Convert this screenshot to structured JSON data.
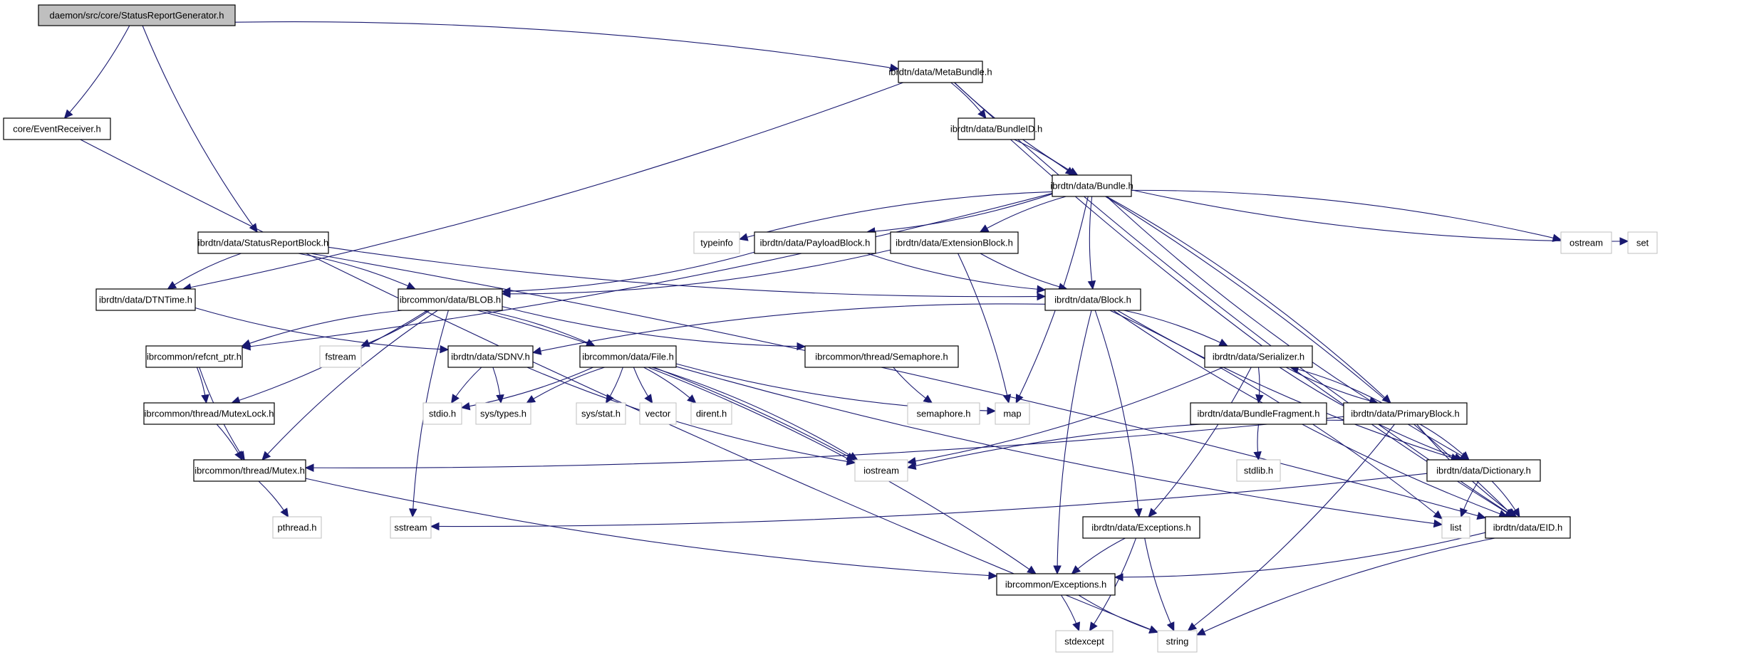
{
  "graph": {
    "title": "daemon/src/core/StatusReportGenerator.h",
    "edge_color": "#191970",
    "root_fill": "#bfbfbf",
    "nodes": [
      {
        "id": "root",
        "label": "daemon/src/core/StatusReportGenerator.h",
        "kind": "root"
      },
      {
        "id": "eventreceiver",
        "label": "core/EventReceiver.h",
        "kind": "file"
      },
      {
        "id": "statusreportblock",
        "label": "ibrdtn/data/StatusReportBlock.h",
        "kind": "file"
      },
      {
        "id": "metabundle",
        "label": "ibrdtn/data/MetaBundle.h",
        "kind": "file"
      },
      {
        "id": "bundleid",
        "label": "ibrdtn/data/BundleID.h",
        "kind": "file"
      },
      {
        "id": "bundle",
        "label": "ibrdtn/data/Bundle.h",
        "kind": "file"
      },
      {
        "id": "dtntime",
        "label": "ibrdtn/data/DTNTime.h",
        "kind": "file"
      },
      {
        "id": "blob",
        "label": "ibrcommon/data/BLOB.h",
        "kind": "file"
      },
      {
        "id": "typeinfo",
        "label": "typeinfo",
        "kind": "system"
      },
      {
        "id": "payloadblock",
        "label": "ibrdtn/data/PayloadBlock.h",
        "kind": "file"
      },
      {
        "id": "extensionblock",
        "label": "ibrdtn/data/ExtensionBlock.h",
        "kind": "file"
      },
      {
        "id": "block",
        "label": "ibrdtn/data/Block.h",
        "kind": "file"
      },
      {
        "id": "ostream",
        "label": "ostream",
        "kind": "system"
      },
      {
        "id": "set",
        "label": "set",
        "kind": "system"
      },
      {
        "id": "refcnt",
        "label": "ibrcommon/refcnt_ptr.h",
        "kind": "file"
      },
      {
        "id": "fstream",
        "label": "fstream",
        "kind": "system"
      },
      {
        "id": "sdnv",
        "label": "ibrdtn/data/SDNV.h",
        "kind": "file"
      },
      {
        "id": "file",
        "label": "ibrcommon/data/File.h",
        "kind": "file"
      },
      {
        "id": "semaphore",
        "label": "ibrcommon/thread/Semaphore.h",
        "kind": "file"
      },
      {
        "id": "serializer",
        "label": "ibrdtn/data/Serializer.h",
        "kind": "file"
      },
      {
        "id": "mutexlock",
        "label": "ibrcommon/thread/MutexLock.h",
        "kind": "file"
      },
      {
        "id": "stdio",
        "label": "stdio.h",
        "kind": "system"
      },
      {
        "id": "systypes",
        "label": "sys/types.h",
        "kind": "system"
      },
      {
        "id": "sysstat",
        "label": "sys/stat.h",
        "kind": "system"
      },
      {
        "id": "vector",
        "label": "vector",
        "kind": "system"
      },
      {
        "id": "dirent",
        "label": "dirent.h",
        "kind": "system"
      },
      {
        "id": "semaphoreh",
        "label": "semaphore.h",
        "kind": "system"
      },
      {
        "id": "map",
        "label": "map",
        "kind": "system"
      },
      {
        "id": "bundlefragment",
        "label": "ibrdtn/data/BundleFragment.h",
        "kind": "file"
      },
      {
        "id": "primaryblock",
        "label": "ibrdtn/data/PrimaryBlock.h",
        "kind": "file"
      },
      {
        "id": "stdlib",
        "label": "stdlib.h",
        "kind": "system"
      },
      {
        "id": "mutex",
        "label": "ibrcommon/thread/Mutex.h",
        "kind": "file"
      },
      {
        "id": "iostream",
        "label": "iostream",
        "kind": "system"
      },
      {
        "id": "dictionary",
        "label": "ibrdtn/data/Dictionary.h",
        "kind": "file"
      },
      {
        "id": "pthread",
        "label": "pthread.h",
        "kind": "system"
      },
      {
        "id": "sstream",
        "label": "sstream",
        "kind": "system"
      },
      {
        "id": "dtnexceptions",
        "label": "ibrdtn/data/Exceptions.h",
        "kind": "file"
      },
      {
        "id": "list",
        "label": "list",
        "kind": "system"
      },
      {
        "id": "eid",
        "label": "ibrdtn/data/EID.h",
        "kind": "file"
      },
      {
        "id": "commonexceptions",
        "label": "ibrcommon/Exceptions.h",
        "kind": "file"
      },
      {
        "id": "stdexcept",
        "label": "stdexcept",
        "kind": "system"
      },
      {
        "id": "string",
        "label": "string",
        "kind": "system"
      }
    ],
    "edges": [
      [
        "root",
        "eventreceiver"
      ],
      [
        "root",
        "statusreportblock"
      ],
      [
        "root",
        "metabundle"
      ],
      [
        "eventreceiver",
        "string"
      ],
      [
        "metabundle",
        "dtntime"
      ],
      [
        "metabundle",
        "bundle"
      ],
      [
        "metabundle",
        "bundleid"
      ],
      [
        "metabundle",
        "eid"
      ],
      [
        "bundleid",
        "bundle"
      ],
      [
        "bundleid",
        "eid"
      ],
      [
        "bundle",
        "refcnt"
      ],
      [
        "bundle",
        "typeinfo"
      ],
      [
        "bundle",
        "payloadblock"
      ],
      [
        "bundle",
        "extensionblock"
      ],
      [
        "bundle",
        "map"
      ],
      [
        "bundle",
        "block"
      ],
      [
        "bundle",
        "primaryblock"
      ],
      [
        "bundle",
        "dictionary"
      ],
      [
        "bundle",
        "ostream"
      ],
      [
        "bundle",
        "set"
      ],
      [
        "bundle",
        "eid"
      ],
      [
        "statusreportblock",
        "dtntime"
      ],
      [
        "statusreportblock",
        "blob"
      ],
      [
        "statusreportblock",
        "block"
      ],
      [
        "statusreportblock",
        "eid"
      ],
      [
        "dtntime",
        "sdnv"
      ],
      [
        "payloadblock",
        "blob"
      ],
      [
        "payloadblock",
        "block"
      ],
      [
        "extensionblock",
        "blob"
      ],
      [
        "extensionblock",
        "block"
      ],
      [
        "extensionblock",
        "map"
      ],
      [
        "blob",
        "refcnt"
      ],
      [
        "blob",
        "mutexlock"
      ],
      [
        "blob",
        "mutex"
      ],
      [
        "blob",
        "fstream"
      ],
      [
        "blob",
        "sstream"
      ],
      [
        "blob",
        "file"
      ],
      [
        "blob",
        "semaphore"
      ],
      [
        "blob",
        "iostream"
      ],
      [
        "block",
        "sdnv"
      ],
      [
        "block",
        "serializer"
      ],
      [
        "block",
        "commonexceptions"
      ],
      [
        "block",
        "dtnexceptions"
      ],
      [
        "block",
        "dictionary"
      ],
      [
        "block",
        "list"
      ],
      [
        "block",
        "eid"
      ],
      [
        "refcnt",
        "mutexlock"
      ],
      [
        "refcnt",
        "mutex"
      ],
      [
        "mutexlock",
        "mutex"
      ],
      [
        "sdnv",
        "stdio"
      ],
      [
        "sdnv",
        "systypes"
      ],
      [
        "sdnv",
        "iostream"
      ],
      [
        "file",
        "stdio"
      ],
      [
        "file",
        "systypes"
      ],
      [
        "file",
        "sysstat"
      ],
      [
        "file",
        "vector"
      ],
      [
        "file",
        "dirent"
      ],
      [
        "file",
        "map"
      ],
      [
        "file",
        "iostream"
      ],
      [
        "file",
        "list"
      ],
      [
        "file",
        "commonexceptions"
      ],
      [
        "semaphore",
        "semaphoreh"
      ],
      [
        "serializer",
        "bundlefragment"
      ],
      [
        "serializer",
        "primaryblock"
      ],
      [
        "serializer",
        "iostream"
      ],
      [
        "serializer",
        "dictionary"
      ],
      [
        "serializer",
        "dtnexceptions"
      ],
      [
        "primaryblock",
        "serializer"
      ],
      [
        "primaryblock",
        "mutex"
      ],
      [
        "primaryblock",
        "iostream"
      ],
      [
        "primaryblock",
        "dictionary"
      ],
      [
        "primaryblock",
        "eid"
      ],
      [
        "primaryblock",
        "string"
      ],
      [
        "bundlefragment",
        "stdlib"
      ],
      [
        "mutex",
        "pthread"
      ],
      [
        "mutex",
        "commonexceptions"
      ],
      [
        "dictionary",
        "sstream"
      ],
      [
        "dictionary",
        "list"
      ],
      [
        "dictionary",
        "eid"
      ],
      [
        "dtnexceptions",
        "commonexceptions"
      ],
      [
        "dtnexceptions",
        "stdexcept"
      ],
      [
        "dtnexceptions",
        "string"
      ],
      [
        "eid",
        "commonexceptions"
      ],
      [
        "eid",
        "string"
      ],
      [
        "commonexceptions",
        "stdexcept"
      ],
      [
        "commonexceptions",
        "string"
      ]
    ]
  }
}
